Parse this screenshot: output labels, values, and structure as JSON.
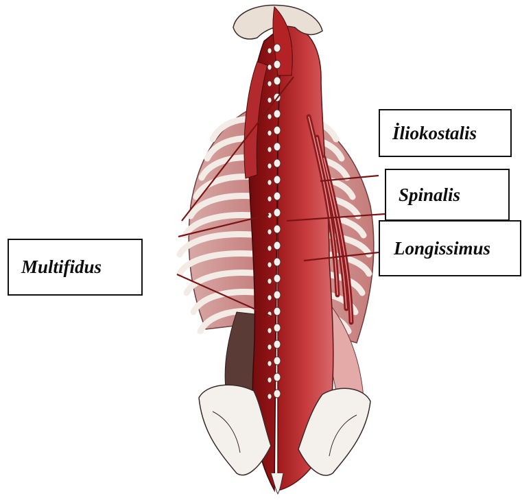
{
  "labels": {
    "multifidus": "Multifidus",
    "iliokostalis": "İliokostalis",
    "spinalis": "Spinalis",
    "longissimus": "Longissimus"
  },
  "colors": {
    "muscle_dark": "#8a0e10",
    "muscle_mid": "#c2363a",
    "muscle_light": "#d9898a",
    "rib": "#efe9e3",
    "rib_shadow": "#b57777",
    "bone": "#f4f1ec",
    "outline": "#3a2a2a",
    "leader_line": "#7a1414"
  }
}
